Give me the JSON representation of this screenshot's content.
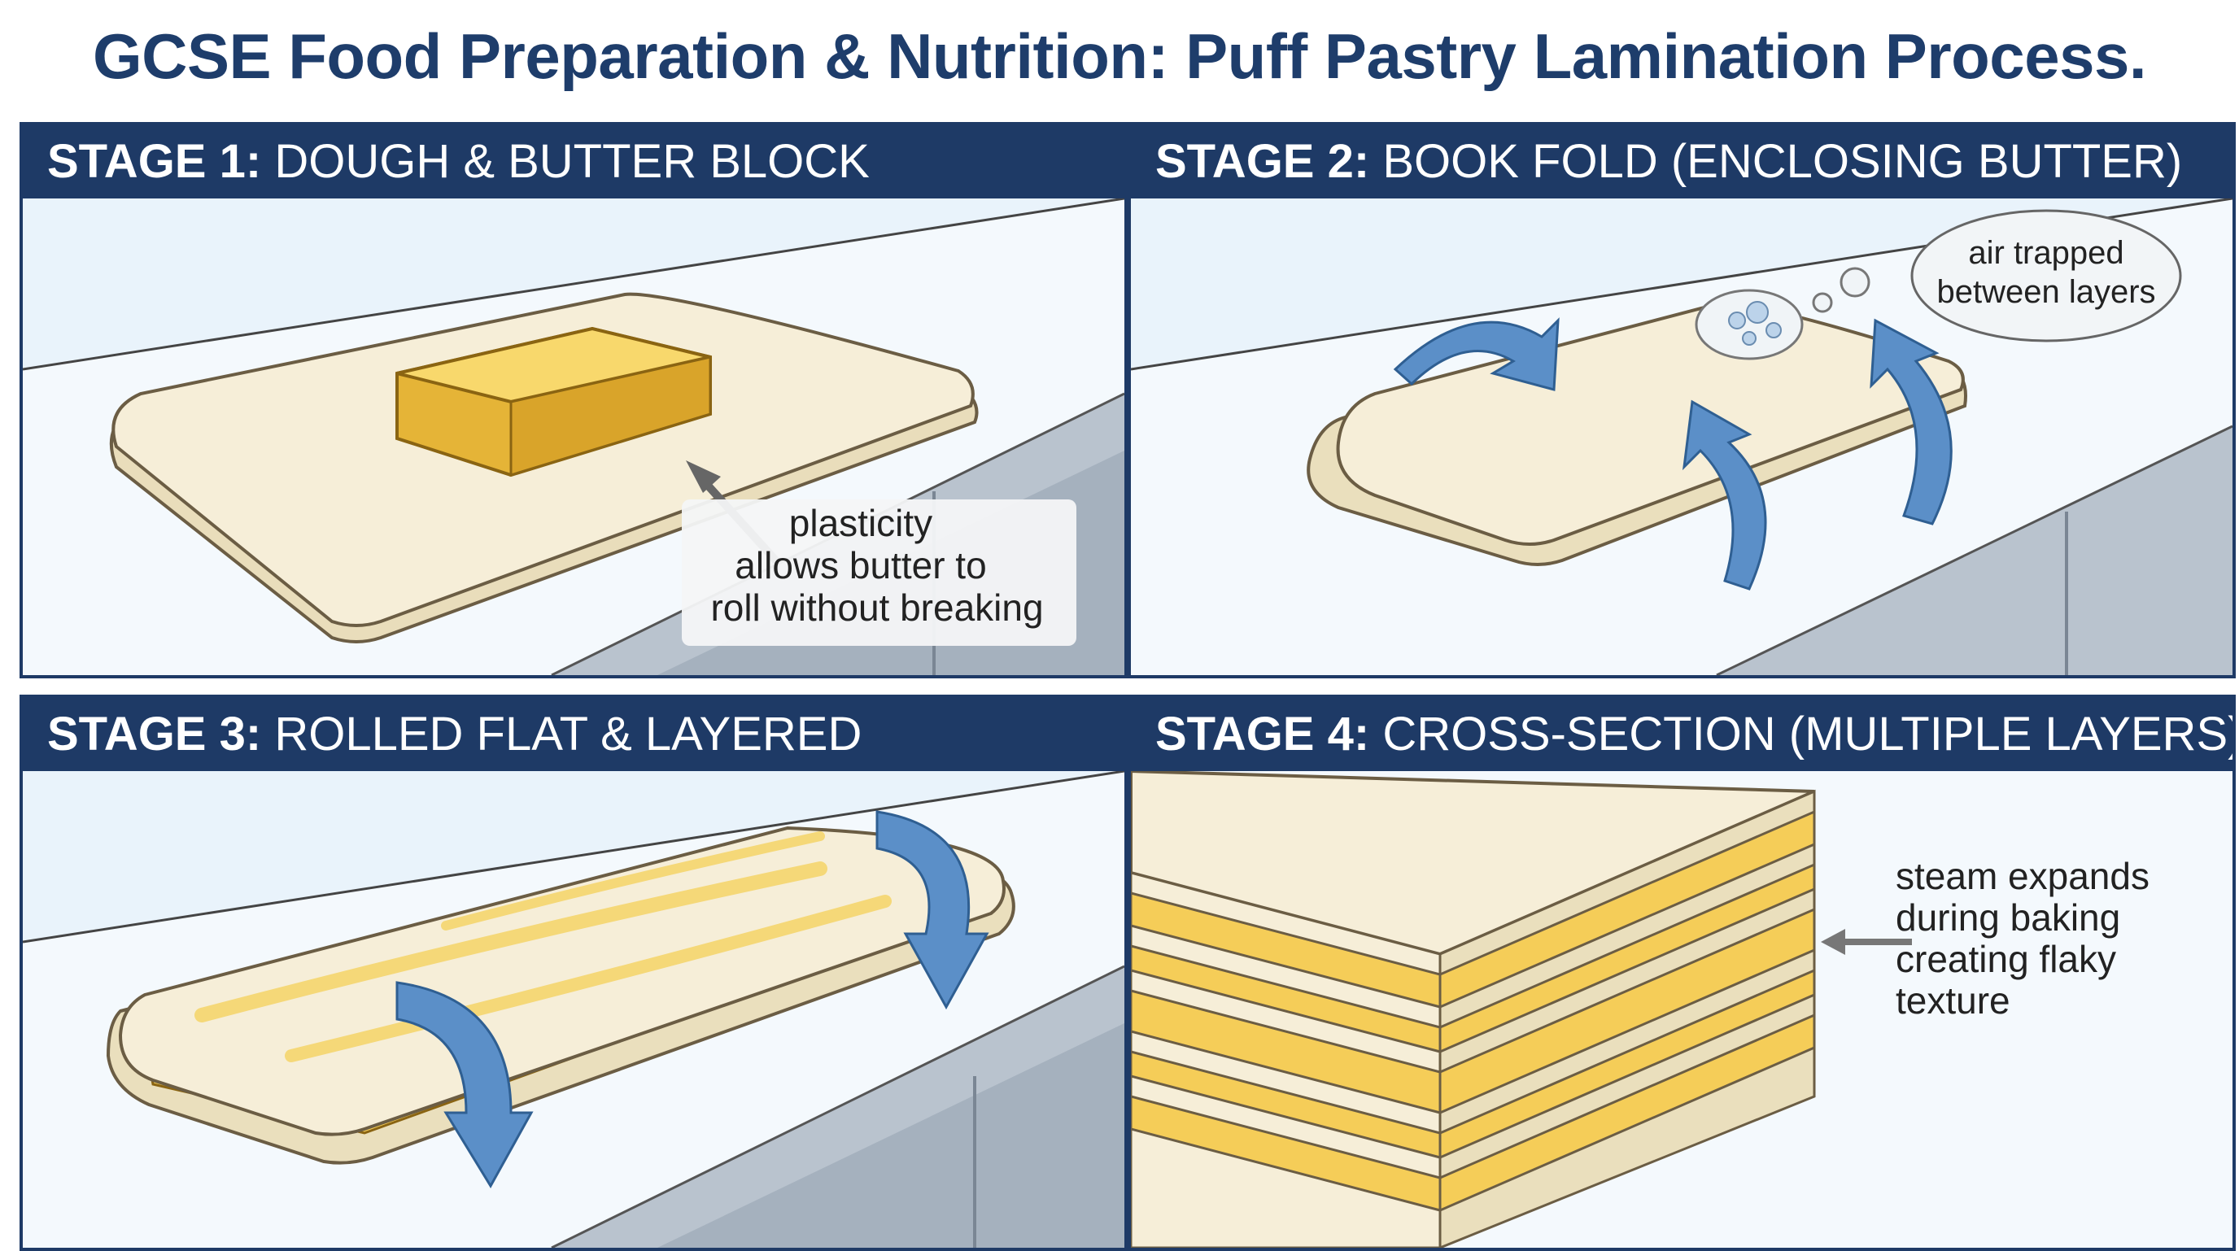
{
  "title": "GCSE Food Preparation & Nutrition: Puff Pastry Lamination Process.",
  "stages": [
    {
      "label": "STAGE 1:",
      "name": "DOUGH & BUTTER BLOCK",
      "annotation": [
        "plasticity",
        "allows butter to",
        "roll without breaking"
      ]
    },
    {
      "label": "STAGE 2:",
      "name": "BOOK FOLD (ENCLOSING BUTTER)",
      "annotation": [
        "air trapped",
        "between layers"
      ]
    },
    {
      "label": "STAGE 3:",
      "name": "ROLLED FLAT & LAYERED",
      "annotation": []
    },
    {
      "label": "STAGE 4:",
      "name": "CROSS-SECTION (MULTIPLE LAYERS)",
      "annotation": [
        "steam expands",
        "during baking",
        "creating flaky",
        "texture"
      ]
    }
  ],
  "colors": {
    "header": "#1e3a66",
    "background": "#e9f3fb",
    "dough": "#f3ead2",
    "butter": "#f5cd58",
    "arrow": "#5b8fc8"
  }
}
